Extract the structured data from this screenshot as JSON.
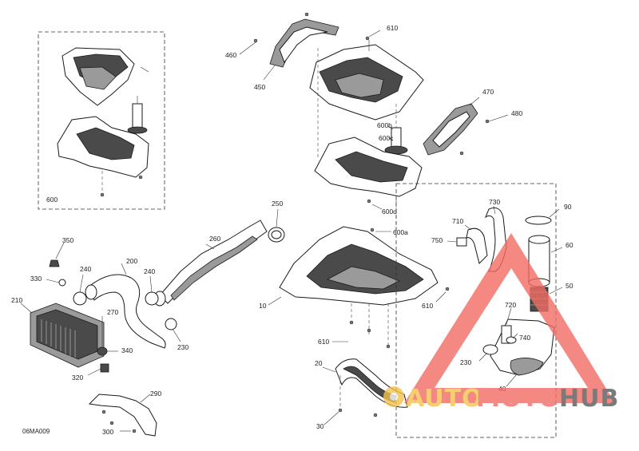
{
  "diagram_code": "06MA009",
  "inset_label": "600",
  "callouts": {
    "c610_top": "610",
    "c460": "460",
    "c450": "450",
    "c470": "470",
    "c480": "480",
    "c600b": "600b",
    "c600c": "600c",
    "c600d": "600d",
    "c600a": "600a",
    "c250": "250",
    "c260": "260",
    "c350": "350",
    "c200": "200",
    "c240a": "240",
    "c240b": "240",
    "c330": "330",
    "c210": "210",
    "c270": "270",
    "c340": "340",
    "c230a": "230",
    "c320": "320",
    "c290": "290",
    "c300": "300",
    "c10": "10",
    "c610_mid": "610",
    "c610_low": "610",
    "c20": "20",
    "c30": "30",
    "c730": "730",
    "c90": "90",
    "c710": "710",
    "c750": "750",
    "c60": "60",
    "c50": "50",
    "c720": "720",
    "c740": "740",
    "c230b": "230",
    "c40": "40"
  },
  "watermark": {
    "text_auto": "AUTO",
    "text_moto": "MOTO",
    "text_hub": "HUB",
    "color_red": "#f26b63",
    "color_gold": "#f4c24f",
    "color_gray": "#5a5a5a"
  }
}
